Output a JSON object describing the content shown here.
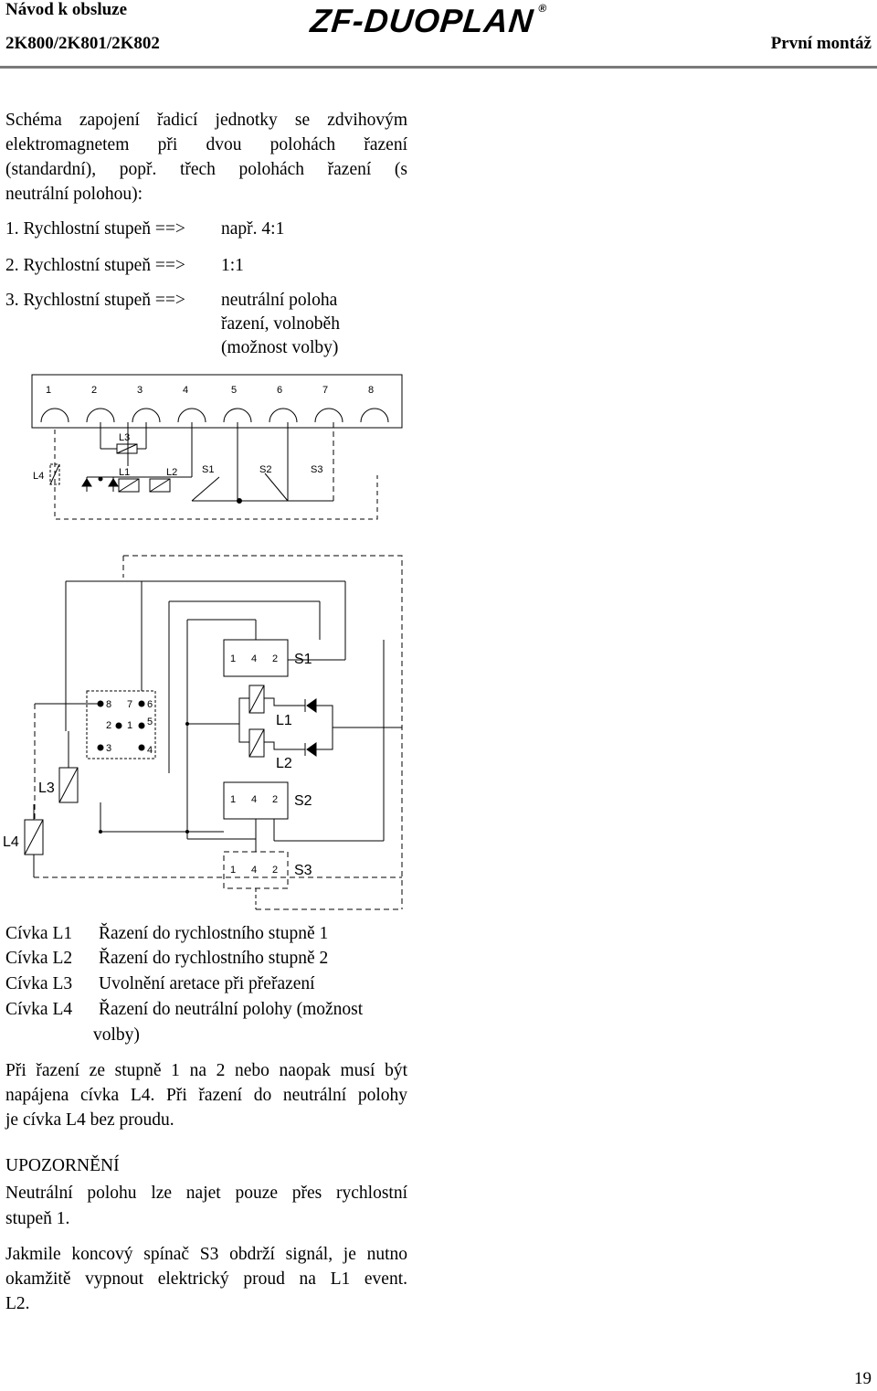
{
  "header": {
    "left_line1": "Návod k obsluze",
    "left_line2": "2K800/2K801/2K802",
    "logo": "ZF-DUOPLAN",
    "logo_mark": "®",
    "right": "První montáž"
  },
  "intro": "Schéma zapojení řadicí jednotky se zdvihovým elektromagnetem při dvou polohách řazení (standardní), popř. třech polohách řazení (s neutrální polohou):",
  "intro_lines": [
    "Schéma zapojení řadicí jednotky se zdvihovým",
    "elektromagnetem při dvou polohách řazení",
    "(standardní), popř. třech polohách řazení (s",
    "neutrální polohou):"
  ],
  "steps": [
    {
      "label": "1. Rychlostní stupeň ==>",
      "value": "např. 4:1"
    },
    {
      "label": "2. Rychlostní stupeň ==>",
      "value": "1:1"
    },
    {
      "label": "3. Rychlostní stupeň ==>",
      "value": "neutrální poloha",
      "value2": "řazení, volnoběh",
      "value3": "(možnost volby)"
    }
  ],
  "diagram_top": {
    "terminals": [
      "1",
      "2",
      "3",
      "4",
      "5",
      "6",
      "7",
      "8"
    ],
    "labels": {
      "L3": "L3",
      "L4": "L4",
      "L1": "L1",
      "L2": "L2",
      "S1": "S1",
      "S2": "S2",
      "S3": "S3"
    }
  },
  "diagram_bottom": {
    "connector_pins": [
      "8",
      "7",
      "6",
      "2",
      "1",
      "5",
      "3",
      "4"
    ],
    "switch_pins": [
      "1",
      "4",
      "2"
    ],
    "labels": {
      "S1": "S1",
      "S2": "S2",
      "S3": "S3",
      "L1": "L1",
      "L2": "L2",
      "L3": "L3",
      "L4": "L4"
    }
  },
  "legend": [
    {
      "coil": "Cívka L1",
      "desc": "Řazení do rychlostního stupně 1"
    },
    {
      "coil": "Cívka L2",
      "desc": "Řazení do rychlostního stupně 2"
    },
    {
      "coil": "Cívka L3",
      "desc": "Uvolnění aretace při přeřazení"
    },
    {
      "coil": "Cívka L4",
      "desc": "Řazení do neutrální polohy (možnost",
      "desc2": "volby)"
    }
  ],
  "note_lines": [
    "Při řazení ze stupně 1 na 2 nebo naopak musí být",
    "napájena cívka L4. Při řazení do neutrální polohy",
    "je cívka L4 bez proudu."
  ],
  "warning_title": "UPOZORNĚNÍ",
  "warning_lines": [
    "Neutrální polohu lze najet pouze přes rychlostní",
    "stupeň 1."
  ],
  "final_lines": [
    "Jakmile koncový spínač S3 obdrží signál, je nutno",
    "okamžitě vypnout elektrický proud na L1 event.",
    "L2."
  ],
  "page_number": "19"
}
